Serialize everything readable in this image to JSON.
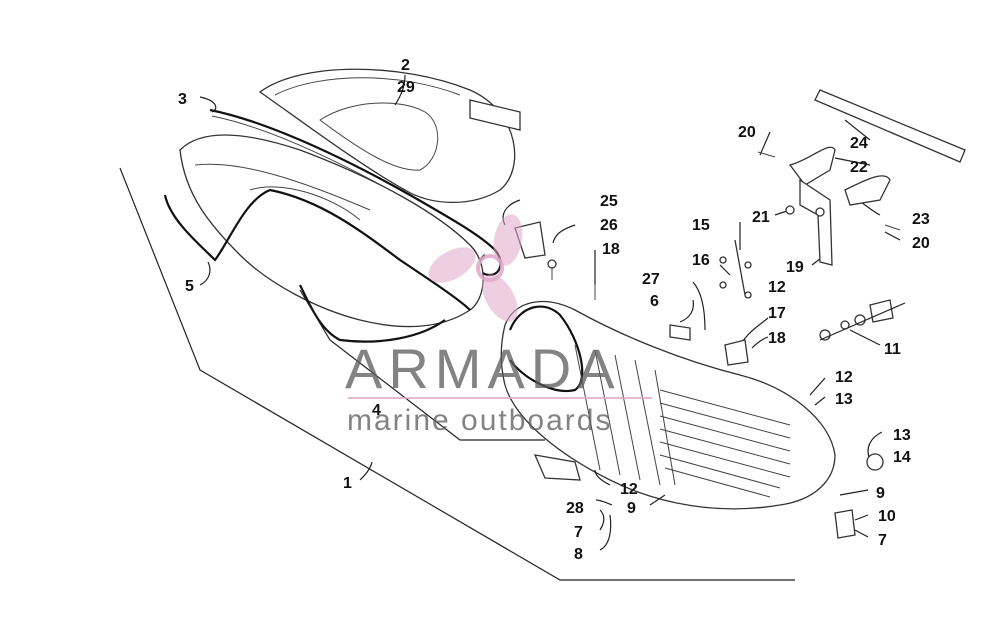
{
  "labels": {
    "l1": "1",
    "l2": "2",
    "l29": "29",
    "l3": "3",
    "l5": "5",
    "l4": "4",
    "l25": "25",
    "l26": "26",
    "l18a": "18",
    "l27": "27",
    "l6": "6",
    "l15": "15",
    "l16": "16",
    "l12a": "12",
    "l17": "17",
    "l18b": "18",
    "l20a": "20",
    "l24": "24",
    "l22": "22",
    "l21": "21",
    "l23": "23",
    "l20b": "20",
    "l19": "19",
    "l11": "11",
    "l12b": "12",
    "l13a": "13",
    "l13b": "13",
    "l14": "14",
    "l12c": "12",
    "l9a": "9",
    "l28": "28",
    "l7a": "7",
    "l8": "8",
    "l9b": "9",
    "l10": "10",
    "l7b": "7"
  },
  "watermark": {
    "brand": "ARMADA",
    "tagline": "marine outboards",
    "accent_color": "#e0a7c8"
  }
}
